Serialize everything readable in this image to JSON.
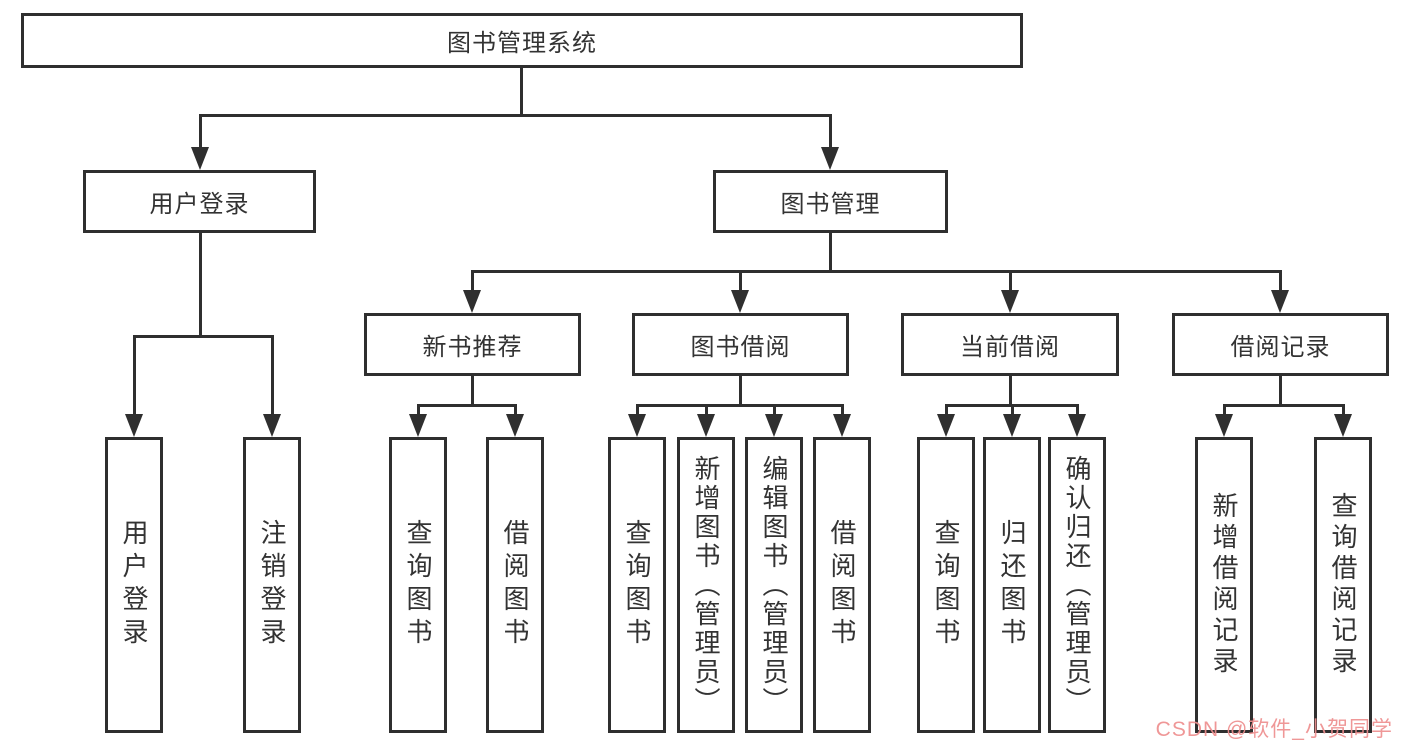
{
  "diagram": {
    "type": "hierarchy-tree",
    "root": {
      "label": "图书管理系统"
    },
    "level2": [
      {
        "label": "用户登录",
        "children": [
          {
            "label": "用户登录"
          },
          {
            "label": "注销登录"
          }
        ]
      },
      {
        "label": "图书管理",
        "children": [
          {
            "label": "新书推荐",
            "children": [
              {
                "label": "查询图书"
              },
              {
                "label": "借阅图书"
              }
            ]
          },
          {
            "label": "图书借阅",
            "children": [
              {
                "label": "查询图书"
              },
              {
                "label": "新增图书（管理员）"
              },
              {
                "label": "编辑图书（管理员）"
              },
              {
                "label": "借阅图书"
              }
            ]
          },
          {
            "label": "当前借阅",
            "children": [
              {
                "label": "查询图书"
              },
              {
                "label": "归还图书"
              },
              {
                "label": "确认归还（管理员）"
              }
            ]
          },
          {
            "label": "借阅记录",
            "children": [
              {
                "label": "新增借阅记录"
              },
              {
                "label": "查询借阅记录"
              }
            ]
          }
        ]
      }
    ]
  },
  "watermark": {
    "text": "CSDN @软件_小贺同学"
  },
  "colors": {
    "line": "#2f2f2f",
    "background": "#ffffff",
    "watermark": "#ee8f8f"
  }
}
